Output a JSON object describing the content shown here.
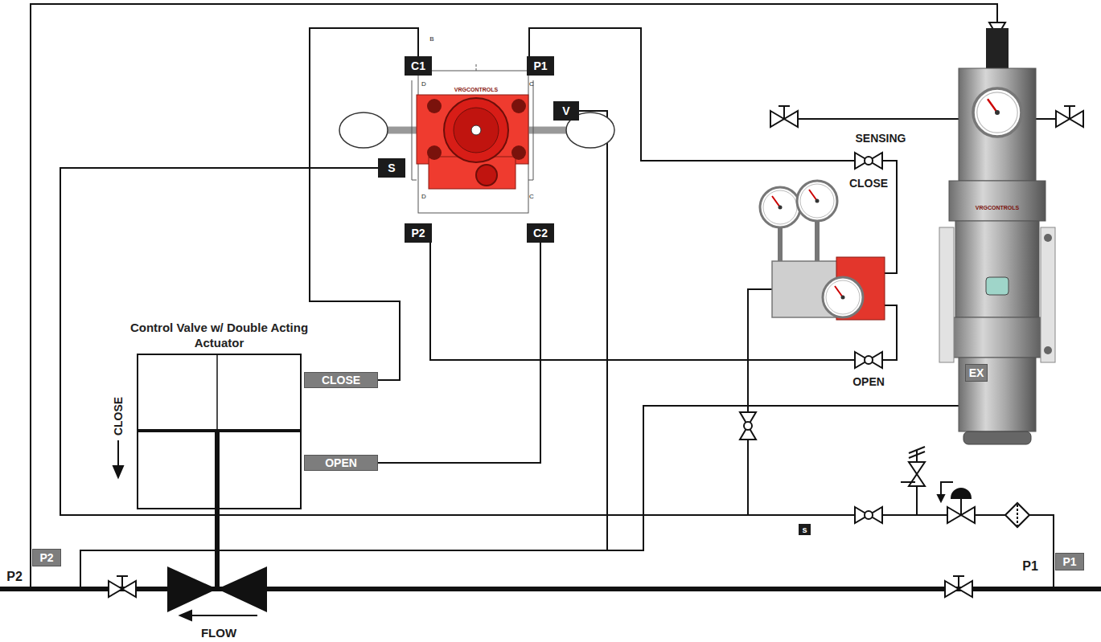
{
  "diagram": {
    "nodes": [
      {
        "text": [
          "Control Valve w/ Double Acting Actuator"
        ]
      },
      {
        "text": [
          "CLOSE"
        ]
      },
      {
        "text": [
          "OPEN"
        ]
      },
      {
        "text": [
          "C1"
        ]
      },
      {
        "text": [
          "P1"
        ]
      },
      {
        "text": [
          "V"
        ]
      },
      {
        "text": [
          "S"
        ]
      },
      {
        "text": [
          "P2"
        ]
      },
      {
        "text": [
          "C2"
        ]
      },
      {
        "text": [
          "EX"
        ]
      },
      {
        "text": [
          "s"
        ]
      },
      {
        "text": [
          "P1"
        ]
      },
      {
        "text": [
          "P2"
        ]
      }
    ],
    "edges": [
      {
        "from": 3,
        "to": 1,
        "arrow": "none"
      },
      {
        "from": 8,
        "to": 2,
        "arrow": "none"
      }
    ],
    "labels": [
      "SENSING",
      "CLOSE",
      "OPEN",
      "CLOSE",
      "FLOW",
      "P1",
      "P2",
      "B",
      "D",
      "C",
      "D",
      "C",
      "VRGCONTROLS",
      "VRGCONTROLS"
    ]
  }
}
